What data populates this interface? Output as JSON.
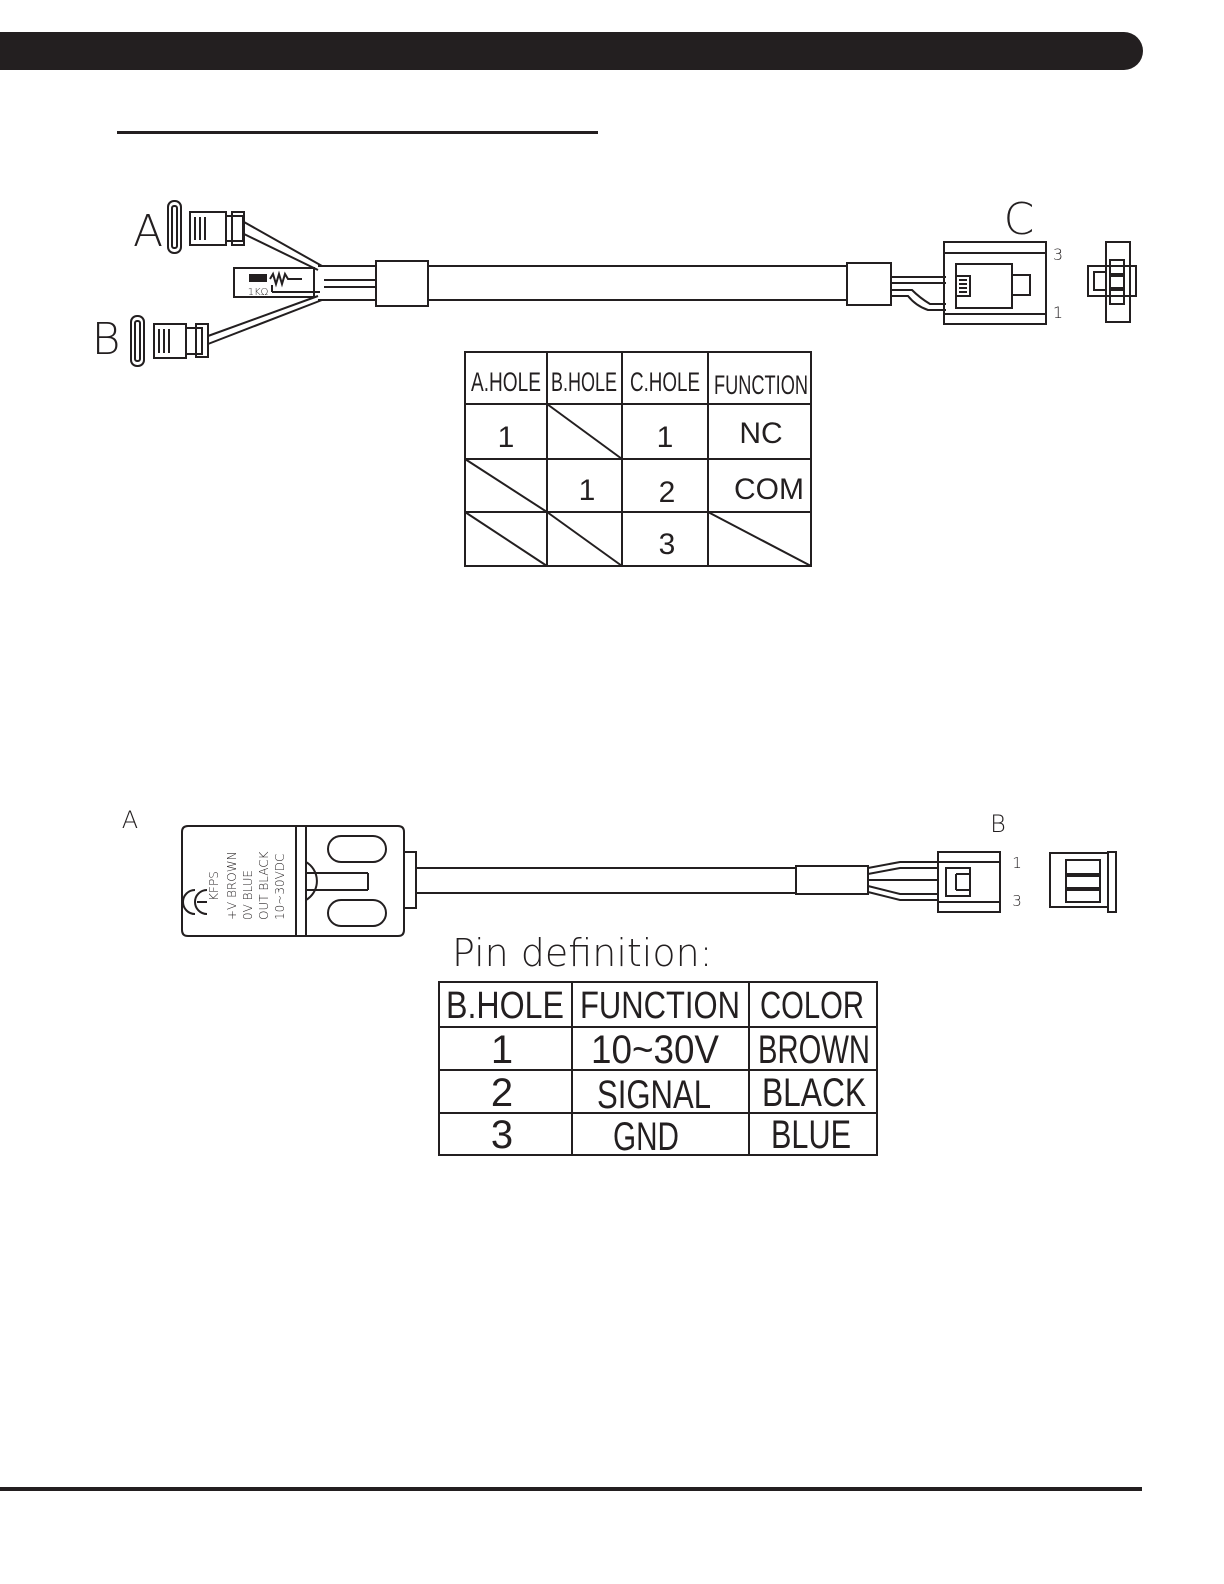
{
  "harness1": {
    "label_a": "A",
    "label_b": "B",
    "label_c": "C",
    "pin_top": "3",
    "pin_bottom": "1",
    "resistor_label": "1KΩ",
    "table": {
      "headers": [
        "A.HOLE",
        "B.HOLE",
        "C.HOLE",
        "FUNCTION"
      ],
      "rows": [
        [
          "1",
          "",
          "1",
          "NC"
        ],
        [
          "",
          "1",
          "2",
          "COM"
        ],
        [
          "",
          "",
          "3",
          ""
        ]
      ]
    }
  },
  "sensor": {
    "label_a": "A",
    "label_b": "B",
    "pin_top": "1",
    "pin_bottom": "3",
    "brand": "KFPS",
    "ce_mark": "CE",
    "wire_lines": [
      "+V BROWN",
      "0V BLUE",
      "OUT BLACK",
      "10~30VDC"
    ],
    "pin_definition_title": "Pin definition:",
    "table": {
      "headers": [
        "B.HOLE",
        "FUNCTION",
        "COLOR"
      ],
      "rows": [
        [
          "1",
          "10~30V",
          "BROWN"
        ],
        [
          "2",
          "SIGNAL",
          "BLACK"
        ],
        [
          "3",
          "GND",
          "BLUE"
        ]
      ]
    }
  }
}
